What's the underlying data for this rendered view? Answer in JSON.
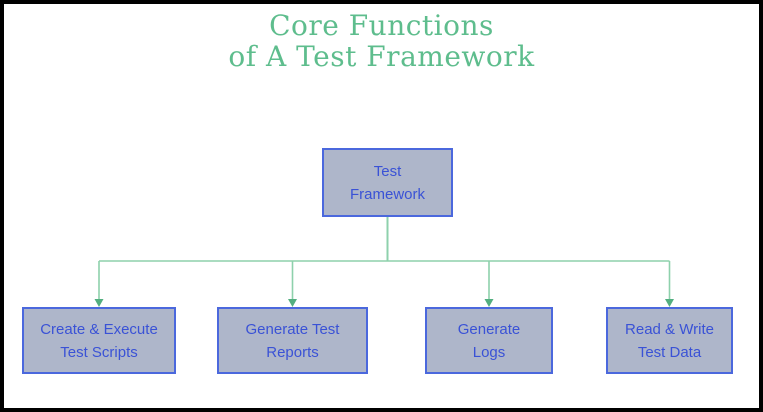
{
  "title": {
    "line1": "Core Functions",
    "line2": "of A Test Framework"
  },
  "diagram": {
    "root": {
      "label": "Test Framework",
      "lines": [
        "Test",
        "Framework"
      ]
    },
    "children": [
      {
        "label": "Create & Execute Test Scripts",
        "lines": [
          "Create & Execute",
          "Test Scripts"
        ]
      },
      {
        "label": "Generate Test Reports",
        "lines": [
          "Generate Test",
          "Reports"
        ]
      },
      {
        "label": "Generate Logs",
        "lines": [
          "Generate",
          "Logs"
        ]
      },
      {
        "label": "Read & Write Test Data",
        "lines": [
          "Read & Write",
          "Test Data"
        ]
      }
    ]
  },
  "colors": {
    "title_text": "#5ebd8d",
    "connector_line": "#8ed1ac",
    "arrowhead": "#53af80",
    "node_fill": "#aeb6ca",
    "node_border": "#4b68dd",
    "node_text": "#3a52d6",
    "frame_border": "#000000",
    "background": "#ffffff"
  }
}
